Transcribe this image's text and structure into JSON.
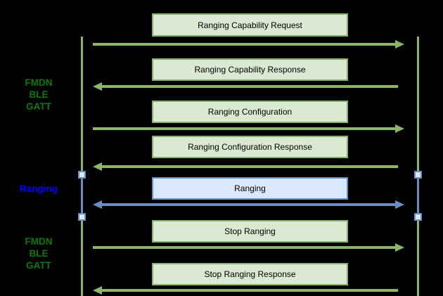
{
  "colors": {
    "background": "#000000",
    "green_fill": "#dbe9d3",
    "green_stroke": "#82b366",
    "green_arrow": "#8cb46c",
    "blue_fill": "#dae8fc",
    "blue_stroke": "#6c8ebf",
    "label_green": "#0a7a0a",
    "label_blue": "#0000ff",
    "text": "#000000"
  },
  "side_labels": [
    {
      "text": "FMDN\nBLE\nGATT",
      "style": "green"
    },
    {
      "text": "Ranging",
      "style": "blue"
    },
    {
      "text": "FMDN\nBLE\nGATT",
      "style": "green"
    }
  ],
  "messages": [
    {
      "label": "Ranging Capability Request",
      "direction": "right",
      "style": "green"
    },
    {
      "label": "Ranging Capability Response",
      "direction": "left",
      "style": "green"
    },
    {
      "label": "Ranging Configuration",
      "direction": "right",
      "style": "green"
    },
    {
      "label": "Ranging Configuration Response",
      "direction": "left",
      "style": "green"
    },
    {
      "label": "Ranging",
      "direction": "both",
      "style": "blue"
    },
    {
      "label": "Stop Ranging",
      "direction": "right",
      "style": "green"
    },
    {
      "label": "Stop Ranging Response",
      "direction": "left",
      "style": "green"
    }
  ]
}
